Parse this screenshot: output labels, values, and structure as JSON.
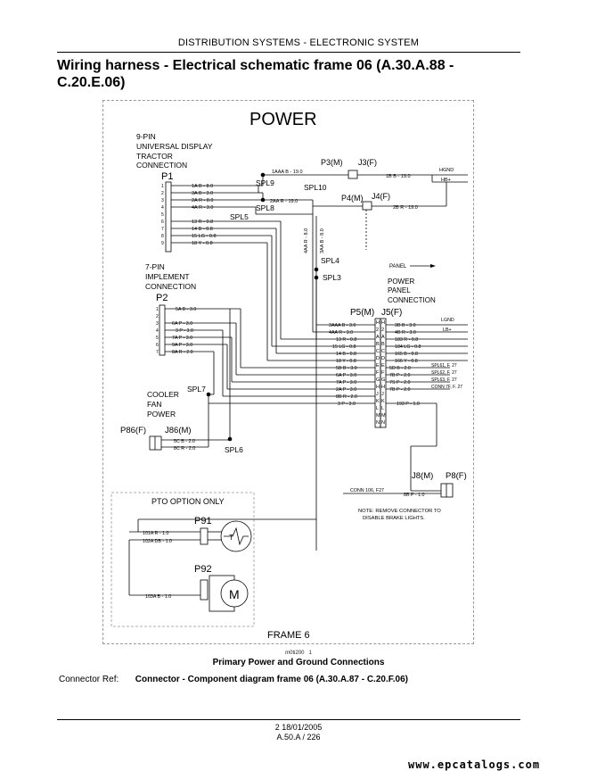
{
  "header": {
    "top": "DISTRIBUTION SYSTEMS - ELECTRONIC SYSTEM",
    "title": "Wiring harness - Electrical schematic frame 06 (A.30.A.88 - C.20.E.06)"
  },
  "diagram": {
    "power_title": "POWER",
    "p1_title": [
      "9-PIN",
      "UNIVERSAL DISPLAY",
      "TRACTOR",
      "CONNECTION"
    ],
    "p1": "P1",
    "p1_wires": [
      "1A B - 8.0",
      "3A B - 3.0",
      "2A R - 8.0",
      "4A R - 3.0",
      "13 R - 0.8",
      "14 B - 0.8",
      "15 LG - 0.8",
      "18 Y - 0.8"
    ],
    "p2_title": [
      "7-PIN",
      "IMPLEMENT",
      "CONNECTION"
    ],
    "p2": "P2",
    "p2_wires": [
      "5A B - 3.0",
      "6A P - 3.0",
      "3 P - 3.0",
      "7A P - 3.0",
      "9A P - 3.0",
      "8A R - 2.0"
    ],
    "spl": {
      "spl9": "SPL9",
      "spl10": "SPL10",
      "spl8": "SPL8",
      "spl5": "SPL5",
      "spl4": "SPL4",
      "spl3": "SPL3",
      "spl7": "SPL7",
      "spl6": "SPL6"
    },
    "p3": "P3(M)",
    "j3": "J3(F)",
    "p4": "P4(M)",
    "j4": "J4(F)",
    "p5": "P5(M)",
    "j5": "J5(F)",
    "w_1aaa": "1AAA B - 19.0",
    "w_2aa": "2AA R - 19.0",
    "w_1b": "1B B - 19.0",
    "w_2b": "2B R - 19.0",
    "w_4aa": "4AA R - 8.0",
    "w_3aa": "3AA B - 8.0",
    "hgnd": "HGND",
    "hb": "HB+",
    "panel": "PANEL",
    "power_panel": [
      "POWER",
      "PANEL",
      "CONNECTION"
    ],
    "j5_left": [
      "3AAA B - 3.0",
      "4AA R - 3.0",
      "13 R - 0.8",
      "15 LG - 0.8",
      "14 B - 0.8",
      "18 Y - 0.8",
      "5B B - 3.0",
      "6A P - 3.0",
      "7A P - 3.0",
      "2A P - 3.0",
      "8B R - 2.0",
      "3 P - 3.0"
    ],
    "j5_pins": [
      "H",
      "2",
      "A",
      "B",
      "C",
      "D",
      "E",
      "F",
      "G",
      "H",
      "J",
      "K",
      "L",
      "M",
      "N"
    ],
    "j5_right": [
      "3B B - 3.0",
      "4B R - 3.0",
      "183 R - 0.8",
      "184 LG - 0.8",
      "165 B - 0.8",
      "166 Y - 0.8",
      "5D B - 2.0",
      "7B P - 2.0",
      "7S P - 2.0",
      "7B P - 2.0",
      "193 P - 1.0"
    ],
    "lgnd": "LGND",
    "lb": "LB+",
    "spl_refs": [
      "SPL61, F. 27",
      "SPL62, F. 27",
      "SPL63, F. 27",
      "CONN 7F, F. 27"
    ],
    "cooler": [
      "COOLER",
      "FAN",
      "POWER"
    ],
    "p86": "P86(F)",
    "j86": "J86(M)",
    "w_5c": "5C B - 2.0",
    "w_8c": "8C R - 2.0",
    "j8": "J8(M)",
    "p8": "P8(F)",
    "conn106": "CONN 106, F27",
    "w_8b": "8B P - 1.0",
    "note": [
      "NOTE: REMOVE CONNECTOR TO",
      "DISABLE BRAKE LIGHTS."
    ],
    "pto": "PTO OPTION ONLY",
    "p91": "P91",
    "p92": "P92",
    "w_101a": "101A R - 1.0",
    "w_102a": "102A DB - 1.0",
    "w_103a": "103A B - 1.0",
    "t_label": "T",
    "m_label": "M",
    "frame": "FRAME 6"
  },
  "figure_id": "m0ti200",
  "figure_num": "1",
  "caption": "Primary Power and Ground Connections",
  "connector_ref": {
    "label": "Connector Ref:",
    "value": "Connector - Component diagram frame 06 (A.30.A.87 - C.20.F.06)"
  },
  "footer": {
    "line1": "2 18/01/2005",
    "line2": "A.50.A / 226"
  },
  "watermark": "www.epcatalogs.com"
}
